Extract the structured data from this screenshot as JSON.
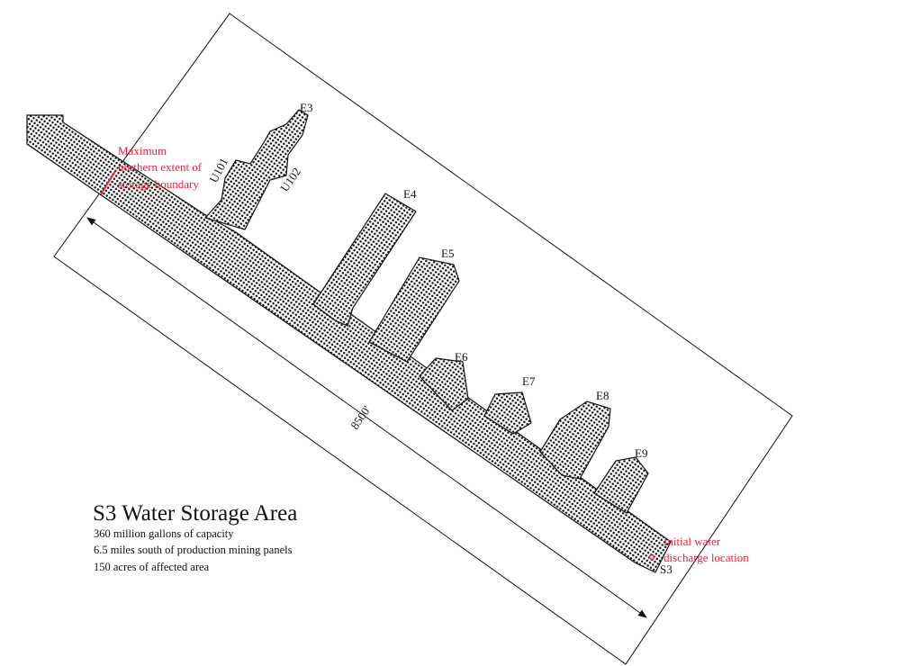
{
  "colors": {
    "annotation": "#e8243c",
    "ink": "#111111"
  },
  "labels": {
    "entries": [
      "E3",
      "E4",
      "E5",
      "E6",
      "E7",
      "E8",
      "E9",
      "S3"
    ],
    "u101": "U101",
    "u102": "U102",
    "dimension": "8500'"
  },
  "annotations": {
    "boundary": [
      "Maximum",
      "northern extent of",
      "storage boundary"
    ],
    "discharge": [
      "Initial water",
      "discharge location"
    ]
  },
  "legend": {
    "title": "S3 Water Storage Area",
    "lines": [
      "360 million gallons of capacity",
      "6.5 miles south of production mining panels",
      "150 acres of affected area"
    ]
  }
}
